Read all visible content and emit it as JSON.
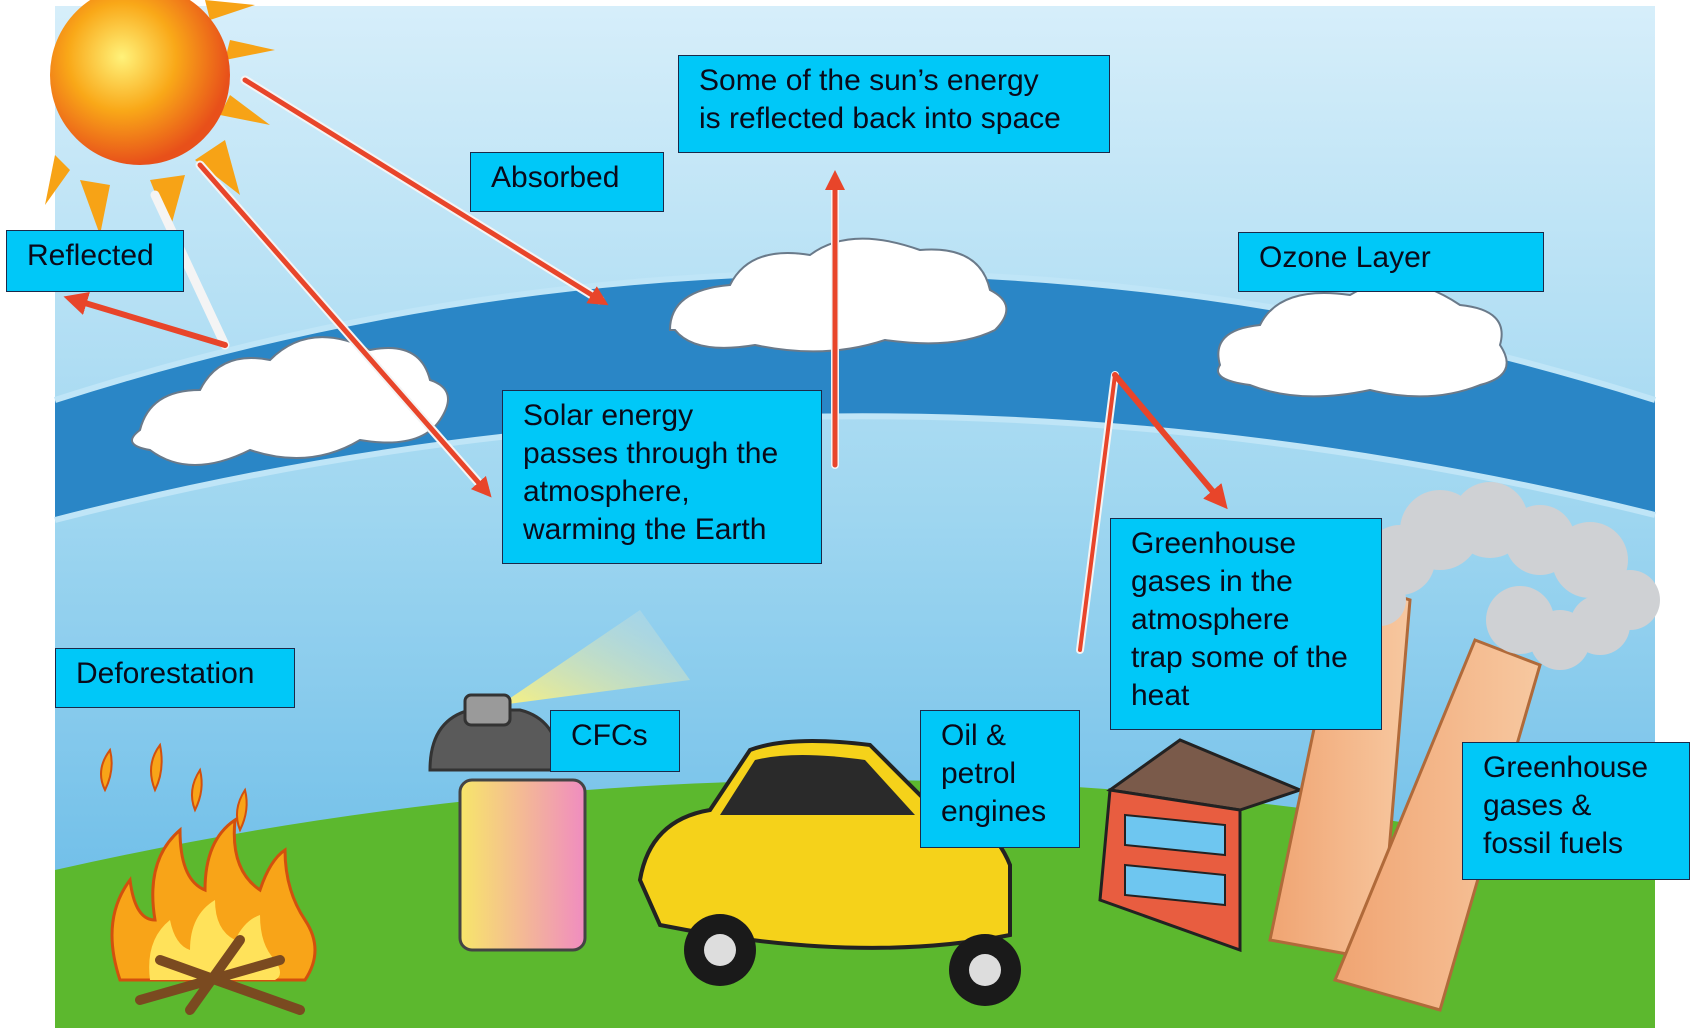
{
  "labels": {
    "reflected": "Reflected",
    "absorbed": "Absorbed",
    "reflected_space": "Some of the sun’s energy\nis reflected back into space",
    "ozone": "Ozone Layer",
    "solar": "Solar energy\npasses through the\natmosphere,\nwarming the Earth",
    "greenhouse_trap": "Greenhouse\ngases in the\natmosphere\ntrap some of the\nheat",
    "deforestation": "Deforestation",
    "cfcs": "CFCs",
    "oil": "Oil &\npetrol\nengines",
    "fossil": "Greenhouse\ngases &\nfossil fuels"
  },
  "colors": {
    "label_bg": "#00c8f8",
    "sky": "#8fd0ee",
    "atmosphere_band": "#2a86c6",
    "ground": "#5cb82e",
    "arrow": "#e8452a",
    "sun": "#f7a316",
    "car": "#f5d21a"
  }
}
